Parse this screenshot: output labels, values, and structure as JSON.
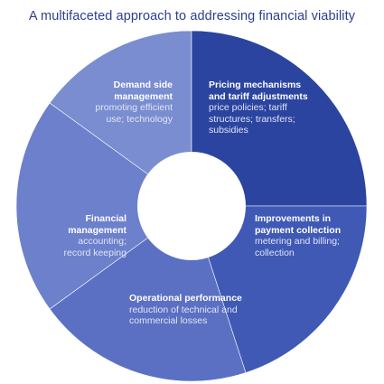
{
  "title": "A multifaceted approach to addressing financial viability",
  "segments": [
    {
      "heading_lines": [
        "Demand side",
        "management"
      ],
      "desc_lines": [
        "promoting efficient",
        "use; technology"
      ],
      "color": "#7a8dd0"
    },
    {
      "heading_lines": [
        "Pricing mechanisms",
        "and tariff adjustments"
      ],
      "desc_lines": [
        "price policies; tariff",
        "structures; transfers;",
        "subsidies"
      ],
      "color": "#2b44a0"
    },
    {
      "heading_lines": [
        "Improvements in",
        "payment collection"
      ],
      "desc_lines": [
        "metering and billing;",
        "collection"
      ],
      "color": "#3f59b5"
    },
    {
      "heading_lines": [
        "Operational performance"
      ],
      "desc_lines": [
        "reduction of technical and",
        "commercial losses"
      ],
      "color": "#5b70c3"
    },
    {
      "heading_lines": [
        "Financial",
        "management"
      ],
      "desc_lines": [
        "accounting;",
        "record keeping"
      ],
      "color": "#6c80cc"
    }
  ]
}
